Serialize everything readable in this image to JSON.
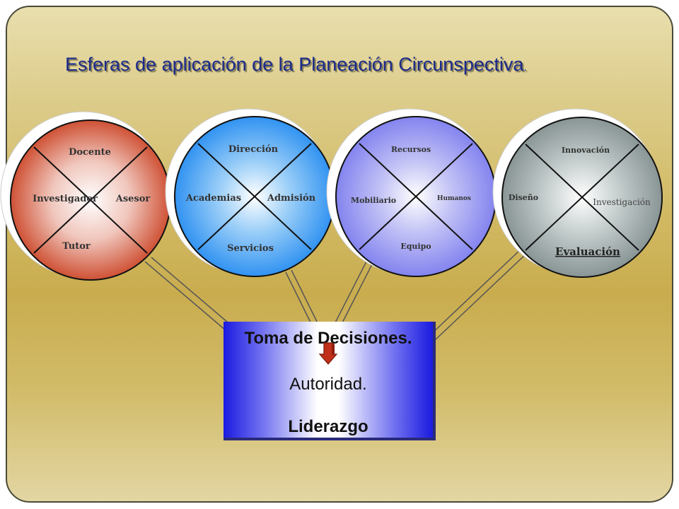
{
  "title": "Esferas de aplicación de la Planeación Circunspectiva",
  "title_suffix": ".",
  "spheres": [
    {
      "labels": {
        "top": "Docente",
        "left": "Investigador",
        "right": "Asesor",
        "bottom": "Tutor"
      },
      "colors": {
        "center": "#ffffff",
        "edge": "#c83a1a"
      }
    },
    {
      "labels": {
        "top": "Dirección",
        "left": "Academias",
        "right": "Admisión",
        "bottom": "Servicios"
      },
      "colors": {
        "center": "#ffffff",
        "edge": "#1e88f0"
      }
    },
    {
      "labels": {
        "top": "Recursos",
        "left": "Mobiliario",
        "right": "Humanos",
        "bottom": "Equipo"
      },
      "colors": {
        "center": "#ffffff",
        "edge": "#7878ee"
      }
    },
    {
      "labels": {
        "top": "Innovación",
        "left": "Diseño",
        "right": "Investigación",
        "bottom": "Evaluación"
      },
      "colors": {
        "center": "#ffffff",
        "edge": "#7e8a8a"
      }
    }
  ],
  "decision_box": {
    "line1": "Toma de Decisiones.",
    "line2": "Autoridad.",
    "line3": "Liderazgo"
  },
  "colors": {
    "title": "#1b2a8a",
    "arrow": "#c0301a",
    "box_edge": "#1a1ae0"
  },
  "icons": {
    "arrow": "down-arrow-icon"
  }
}
